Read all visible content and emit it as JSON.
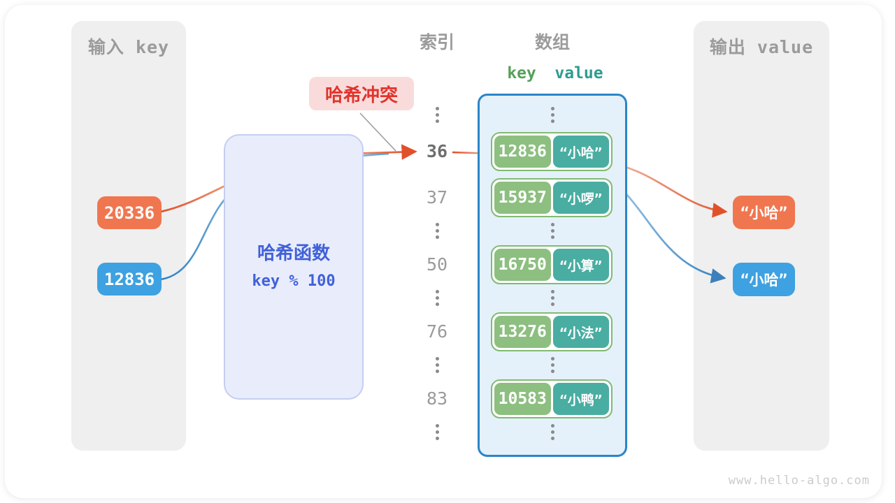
{
  "headers": {
    "input": "输入 key",
    "index_col": "索引",
    "array_col": "数组",
    "output": "输出 value",
    "key": "key",
    "value": "value"
  },
  "collision": {
    "label": "哈希冲突"
  },
  "hash": {
    "title": "哈希函数",
    "formula": "key % 100"
  },
  "inputs": [
    {
      "label": "20336",
      "color": "#f0764f"
    },
    {
      "label": "12836",
      "color": "#3ea1e1"
    }
  ],
  "index": {
    "items": [
      {
        "label": "36",
        "highlighted": true
      },
      {
        "label": "37",
        "highlighted": false
      },
      {
        "label": "50",
        "highlighted": false
      },
      {
        "label": "76",
        "highlighted": false
      },
      {
        "label": "83",
        "highlighted": false
      }
    ]
  },
  "array": {
    "rows": [
      {
        "key": "12836",
        "value": "“小哈”"
      },
      {
        "key": "15937",
        "value": "“小啰”"
      },
      {
        "key": "16750",
        "value": "“小算”"
      },
      {
        "key": "13276",
        "value": "“小法”"
      },
      {
        "key": "10583",
        "value": "“小鸭”"
      }
    ]
  },
  "outputs": [
    {
      "label": "“小哈”",
      "color": "#f0764f"
    },
    {
      "label": "“小哈”",
      "color": "#3ea1e1"
    }
  ],
  "watermark": "www.hello-algo.com",
  "colors": {
    "orange": "#f0764f",
    "orange_arrow": "#e0512b",
    "blue": "#3ea1e1",
    "blue_arrow": "#2f7fbe",
    "key_green": "#8dbf80",
    "value_teal": "#49ada2",
    "pair_border": "#82ba72",
    "array_bg": "#e4f1fa",
    "array_border": "#2b85c8",
    "hash_bg": "#e9edfb",
    "hash_text": "#4161d9",
    "collision_bg": "#fadbdb",
    "collision_text": "#e0342c",
    "panel_gray": "#efefef",
    "muted_text": "#9b9b9b"
  }
}
